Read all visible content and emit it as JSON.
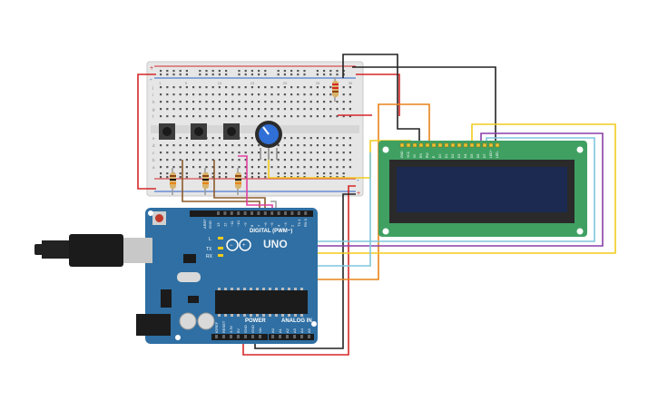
{
  "arduino": {
    "brand": "UNO",
    "digital_header_label": "DIGITAL (PWM~)",
    "power_header_label": "POWER",
    "analog_header_label": "ANALOG IN",
    "led_labels": [
      "L",
      "TX",
      "RX"
    ],
    "aref_label": "AREF",
    "gnd_label": "GND",
    "power_pins": [
      "IOREF",
      "RESET",
      "3.3V",
      "5V",
      "GND",
      "GND",
      "Vin"
    ],
    "analog_pins": [
      "A0",
      "A1",
      "A2",
      "A3",
      "A4",
      "A5"
    ],
    "digital_pins": [
      "13",
      "12",
      "~11",
      "~10",
      "~9",
      "8",
      "7",
      "~6",
      "~5",
      "4",
      "~3",
      "2",
      "TX 1",
      "RX 0"
    ]
  },
  "breadboard": {
    "rail_plus": "+",
    "rail_minus": "-",
    "row_letters_top": [
      "j",
      "i",
      "h",
      "g",
      "f"
    ],
    "row_letters_bottom": [
      "e",
      "d",
      "c",
      "b",
      "a"
    ],
    "column_numbers": [
      "1",
      "5",
      "10",
      "15",
      "20",
      "25",
      "30"
    ]
  },
  "lcd": {
    "pin_labels": [
      "GND",
      "VCC",
      "V0",
      "RS",
      "RW",
      "E",
      "D0",
      "D1",
      "D2",
      "D3",
      "D4",
      "D5",
      "D6",
      "D7",
      "LED+",
      "LED-"
    ]
  },
  "colors": {
    "board_blue": "#2f6fa3",
    "breadboard": "#e8e8e8",
    "lcd_pcb": "#3fa062",
    "lcd_screen": "#1c2a52",
    "wire_red": "#d62728",
    "wire_black": "#222222",
    "wire_orange": "#e8841a",
    "wire_yellow": "#f2cb1d",
    "wire_purple": "#8a3ea8",
    "wire_lightblue": "#7fc6dd",
    "wire_brown": "#8b5a2b",
    "wire_pink": "#e040a0"
  }
}
